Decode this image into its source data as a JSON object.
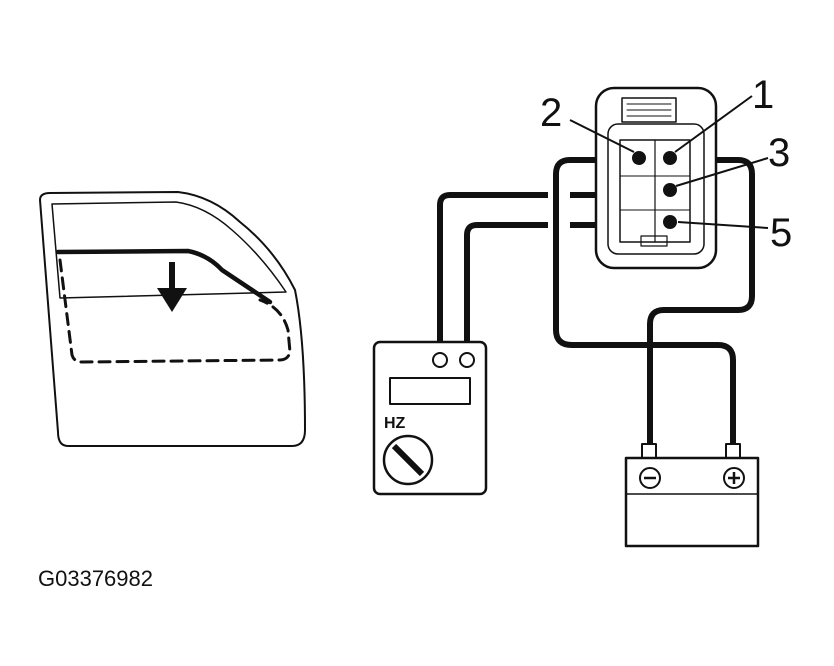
{
  "pins": {
    "pin1": "1",
    "pin2": "2",
    "pin3": "3",
    "pin5": "5"
  },
  "meter": {
    "mode_label": "HZ"
  },
  "figure_code": "G03376982",
  "colors": {
    "ink": "#111111",
    "background": "#ffffff"
  }
}
